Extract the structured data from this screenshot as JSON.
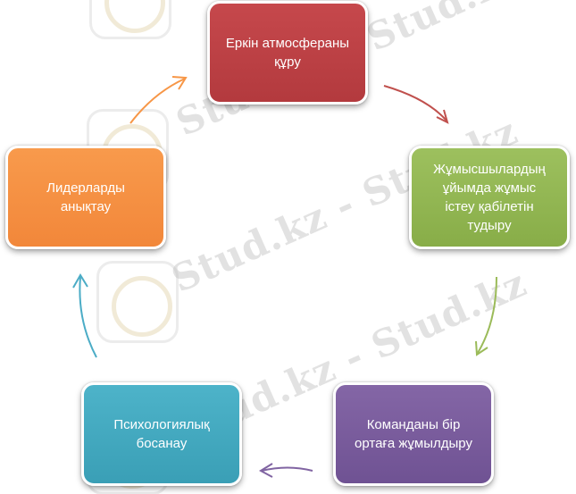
{
  "diagram": {
    "nodes": [
      {
        "id": "top",
        "lines": [
          "Еркін атмосфераны",
          "құру"
        ],
        "color": "#c0504d"
      },
      {
        "id": "right",
        "lines": [
          "Жұмысшылардың",
          "ұйымда жұмыс",
          "істеу қабілетін",
          "тудыру"
        ],
        "color": "#9bbb59"
      },
      {
        "id": "bottom-right",
        "lines": [
          "Команданы бір",
          "ортаға жұмылдыру"
        ],
        "color": "#8064a2"
      },
      {
        "id": "bottom-left",
        "lines": [
          "Психологиялық",
          "босанау"
        ],
        "color": "#4bacc6"
      },
      {
        "id": "left",
        "lines": [
          "Лидерларды",
          "анықтау"
        ],
        "color": "#f79646"
      }
    ],
    "flow": [
      "top",
      "right",
      "bottom-right",
      "bottom-left",
      "left",
      "top"
    ]
  },
  "watermark": {
    "text": "Stud.kz - Stud.kz"
  }
}
